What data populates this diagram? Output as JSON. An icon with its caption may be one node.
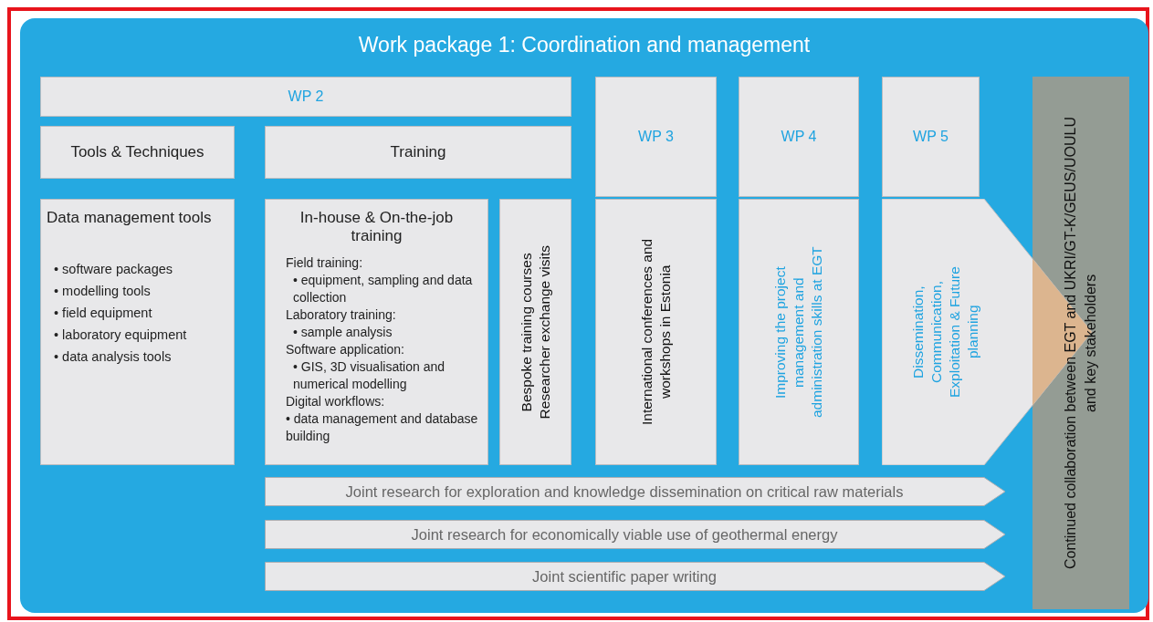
{
  "diagram": {
    "nodes": [
      {
        "text": [
          "Work package 1: Coordination and management"
        ]
      },
      {
        "text": [
          "WP 2"
        ],
        "in": 0
      },
      {
        "text": [
          "Tools & Techniques"
        ],
        "in": 0
      },
      {
        "text": [
          "Training"
        ],
        "in": 0
      },
      {
        "text": [
          "Data management tools",
          "• software packages",
          "• modelling tools",
          "• field equipment",
          "• laboratory equipment",
          "• data analysis tools"
        ],
        "in": 0
      },
      {
        "text": [
          "In-house & On-the-job training",
          "Field training:",
          "• equipment, sampling and data collection",
          "Laboratory training:",
          "• sample analysis",
          "Software application:",
          "• GIS, 3D visualisation and numerical modelling",
          "Digital workflows:",
          "• data management and database building"
        ],
        "in": 0
      },
      {
        "text": [
          "Bespoke training courses",
          "Researcher exchange visits"
        ],
        "in": 0
      },
      {
        "text": [
          "WP 3"
        ],
        "in": 0
      },
      {
        "text": [
          "International conferences and workshops in Estonia"
        ],
        "in": 0
      },
      {
        "text": [
          "WP 4"
        ],
        "in": 0
      },
      {
        "text": [
          "Improving the project management and administration skills at EGT"
        ],
        "in": 0
      },
      {
        "text": [
          "WP 5"
        ],
        "in": 0
      },
      {
        "text": [
          "Dissemination, Communication, Exploitation & Future planning"
        ],
        "in": 0
      },
      {
        "text": [
          "Continued collaboration between EGT and UKRI/GT-K/GEUS/UOULU and key stakeholders"
        ],
        "in": 0
      },
      {
        "text": [
          "Joint research for exploration and knowledge dissemination on critical raw materials"
        ],
        "in": 0
      },
      {
        "text": [
          "Joint research for economically viable use of geothermal energy"
        ],
        "in": 0
      },
      {
        "text": [
          "Joint scientific paper writing"
        ],
        "in": 0
      }
    ]
  }
}
